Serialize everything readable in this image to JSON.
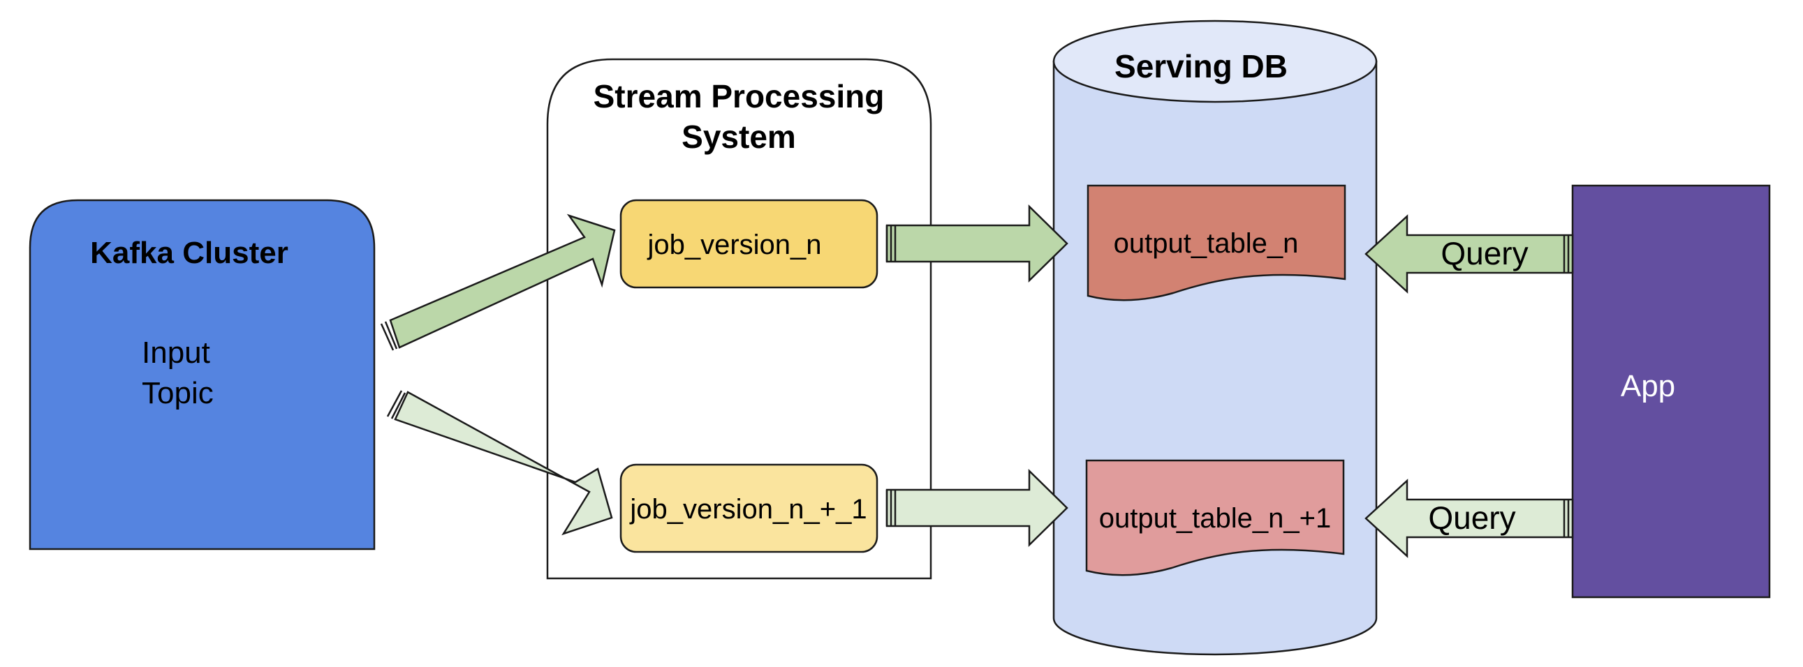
{
  "kafka": {
    "title": "Kafka Cluster",
    "label_line1": "Input",
    "label_line2": "Topic"
  },
  "stream": {
    "title_line1": "Stream Processing",
    "title_line2": "System",
    "job_n": "job_version_n",
    "job_n1": "job_version_n_+_1"
  },
  "serving": {
    "title": "Serving DB",
    "table_n": "output_table_n",
    "table_n1": "output_table_n_+1"
  },
  "app": {
    "label": "App",
    "query_top": "Query",
    "query_bottom": "Query"
  },
  "colors": {
    "kafka_fill": "#5584E0",
    "job_n_fill": "#F7D774",
    "job_n1_fill": "#FAE49E",
    "db_fill": "#CEDAF5",
    "db_top_fill": "#E1E8F9",
    "table_n_fill": "#D28272",
    "table_n1_fill": "#E09C9C",
    "app_fill": "#634FA0",
    "arrow_dark_fill": "#BBD7A9",
    "arrow_light_fill": "#DDEBD6"
  }
}
